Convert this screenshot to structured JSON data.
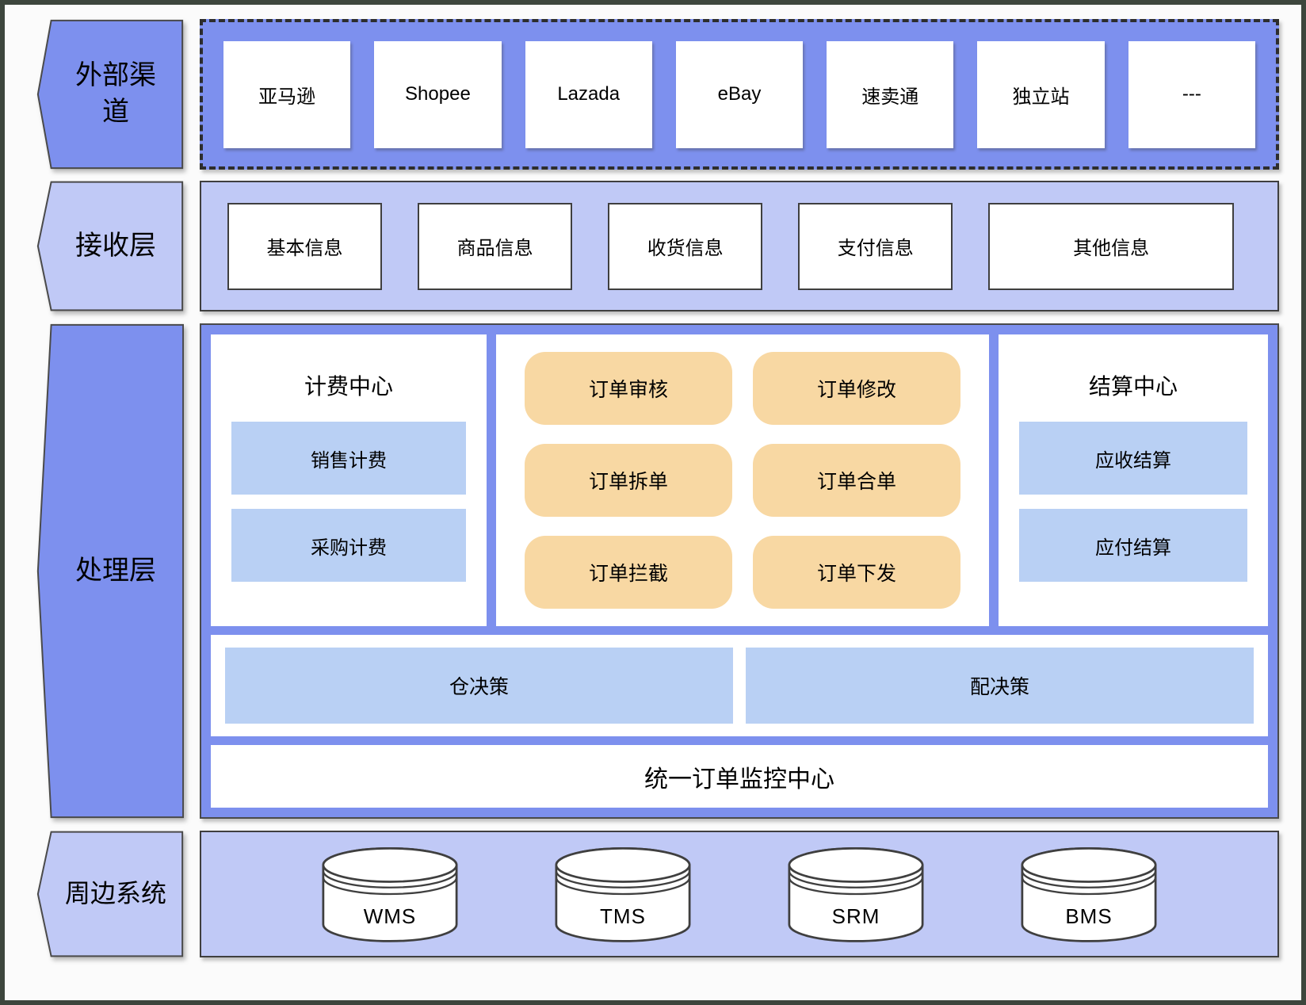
{
  "layers": {
    "external": {
      "label": "外部渠道",
      "channels": [
        "亚马逊",
        "Shopee",
        "Lazada",
        "eBay",
        "速卖通",
        "独立站",
        "---"
      ]
    },
    "receive": {
      "label": "接收层",
      "items": [
        "基本信息",
        "商品信息",
        "收货信息",
        "支付信息",
        "其他信息"
      ]
    },
    "process": {
      "label": "处理层",
      "billing_center": {
        "title": "计费中心",
        "items": [
          "销售计费",
          "采购计费"
        ]
      },
      "order_ops": [
        "订单审核",
        "订单修改",
        "订单拆单",
        "订单合单",
        "订单拦截",
        "订单下发"
      ],
      "settlement_center": {
        "title": "结算中心",
        "items": [
          "应收结算",
          "应付结算"
        ]
      },
      "decisions": [
        "仓决策",
        "配决策"
      ],
      "monitor": "统一订单监控中心"
    },
    "peripheral": {
      "label": "周边系统",
      "systems": [
        "WMS",
        "TMS",
        "SRM",
        "BMS"
      ]
    }
  },
  "colors": {
    "medium_blue": "#7d90ee",
    "light_lavender_blue": "#c0c9f6",
    "sky_blue": "#b9d0f4",
    "orange": "#f8d8a3",
    "box_white": "#ffffff",
    "border_dark": "#3f3f3f",
    "frame": "#3d463d"
  }
}
